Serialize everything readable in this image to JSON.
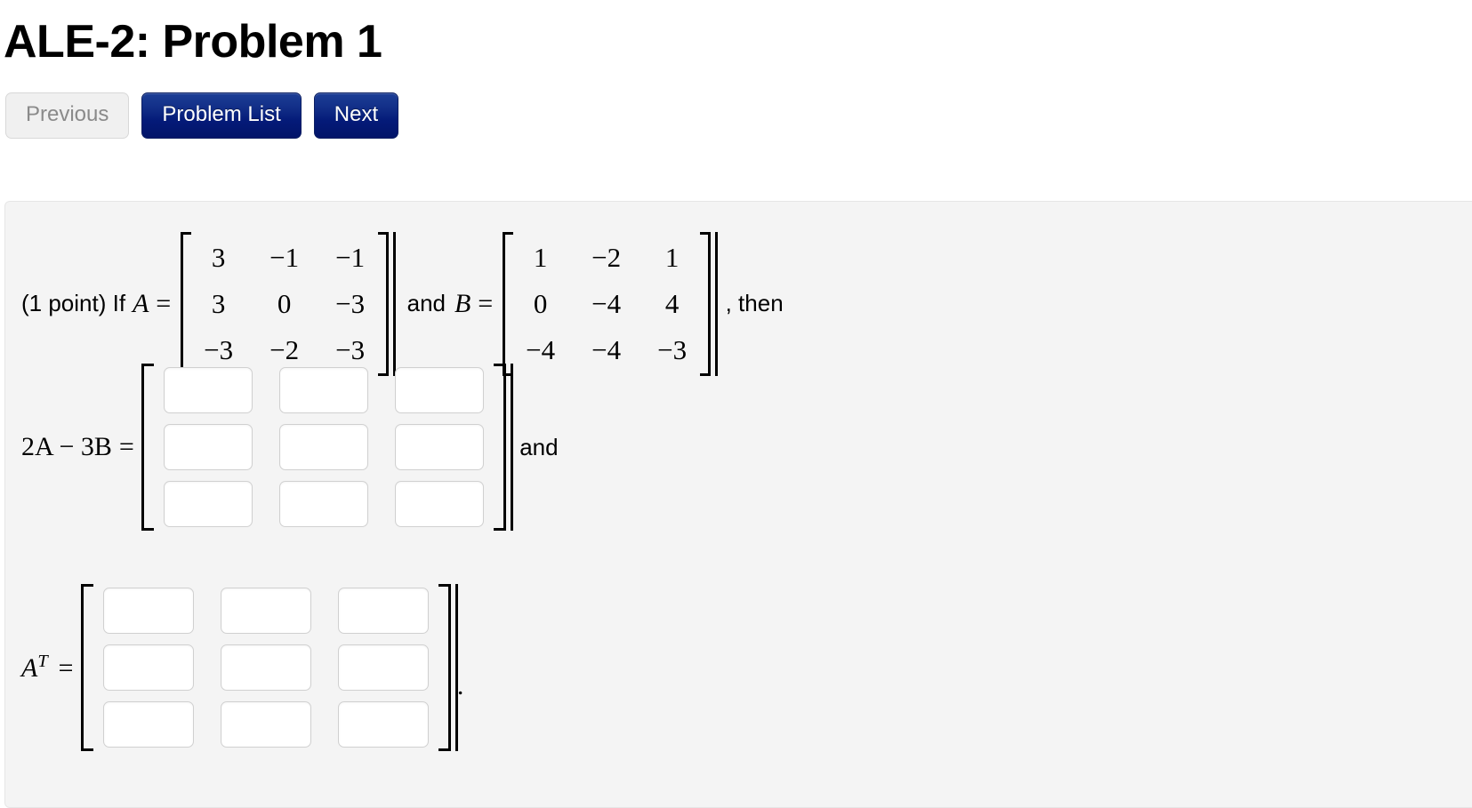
{
  "page": {
    "title": "ALE-2: Problem 1"
  },
  "nav": {
    "previous_label": "Previous",
    "problem_list_label": "Problem List",
    "next_label": "Next",
    "primary_color": "#0b2280",
    "disabled_text_color": "#8a8a8a"
  },
  "problem": {
    "points_text": "(1 point) If",
    "var_a": "A",
    "equals": "=",
    "conjunction": "and",
    "var_b": "B",
    "then_text": ", then",
    "expr_2a_3b": "2A − 3B",
    "expr_at": "A",
    "expr_at_sup": "T",
    "and_label": "and",
    "final_period": ".",
    "matrix_a": {
      "name": "A",
      "rows": [
        [
          "3",
          "−1",
          "−1"
        ],
        [
          "3",
          "0",
          "−3"
        ],
        [
          "−3",
          "−2",
          "−3"
        ]
      ]
    },
    "matrix_b": {
      "name": "B",
      "rows": [
        [
          "1",
          "−2",
          "1"
        ],
        [
          "0",
          "−4",
          "4"
        ],
        [
          "−4",
          "−4",
          "−3"
        ]
      ]
    },
    "answer_2a_3b": {
      "label": "2A − 3B =",
      "values": [
        [
          "",
          "",
          ""
        ],
        [
          "",
          "",
          ""
        ],
        [
          "",
          "",
          ""
        ]
      ],
      "placeholder": ""
    },
    "answer_at": {
      "label": "A^T =",
      "values": [
        [
          "",
          "",
          ""
        ],
        [
          "",
          "",
          ""
        ],
        [
          "",
          "",
          ""
        ]
      ],
      "placeholder": ""
    }
  }
}
